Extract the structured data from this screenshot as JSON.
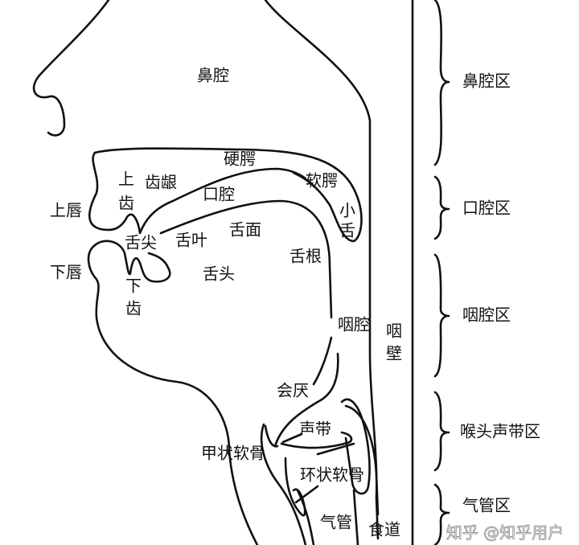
{
  "title": "发音器官与共鸣腔分区示意图",
  "labels": {
    "nasal_cavity": "鼻腔",
    "hard_palate": "硬腭",
    "alveolar_ridge": "齿龈",
    "upper_teeth_1": "上",
    "upper_teeth_2": "齿",
    "upper_lip": "上唇",
    "oral_cavity": "口腔",
    "soft_palate": "软腭",
    "uvula_1": "小",
    "uvula_2": "舌",
    "tongue_tip": "舌尖",
    "tongue_blade": "舌叶",
    "tongue_surface": "舌面",
    "tongue_root": "舌根",
    "lower_lip": "下唇",
    "tongue_body": "舌头",
    "lower_teeth_1": "下",
    "lower_teeth_2": "齿",
    "pharynx": "咽腔",
    "pharyngeal_wall_1": "咽",
    "pharyngeal_wall_2": "壁",
    "epiglottis": "会厌",
    "vocal_cords": "声带",
    "thyroid_cartilage": "甲状软骨",
    "cricoid_cartilage": "环状软骨",
    "trachea": "气管",
    "esophagus": "食道"
  },
  "regions": [
    "鼻腔区",
    "口腔区",
    "咽腔区",
    "喉头声带区",
    "气管区"
  ],
  "watermark": "知乎 @知乎用户"
}
